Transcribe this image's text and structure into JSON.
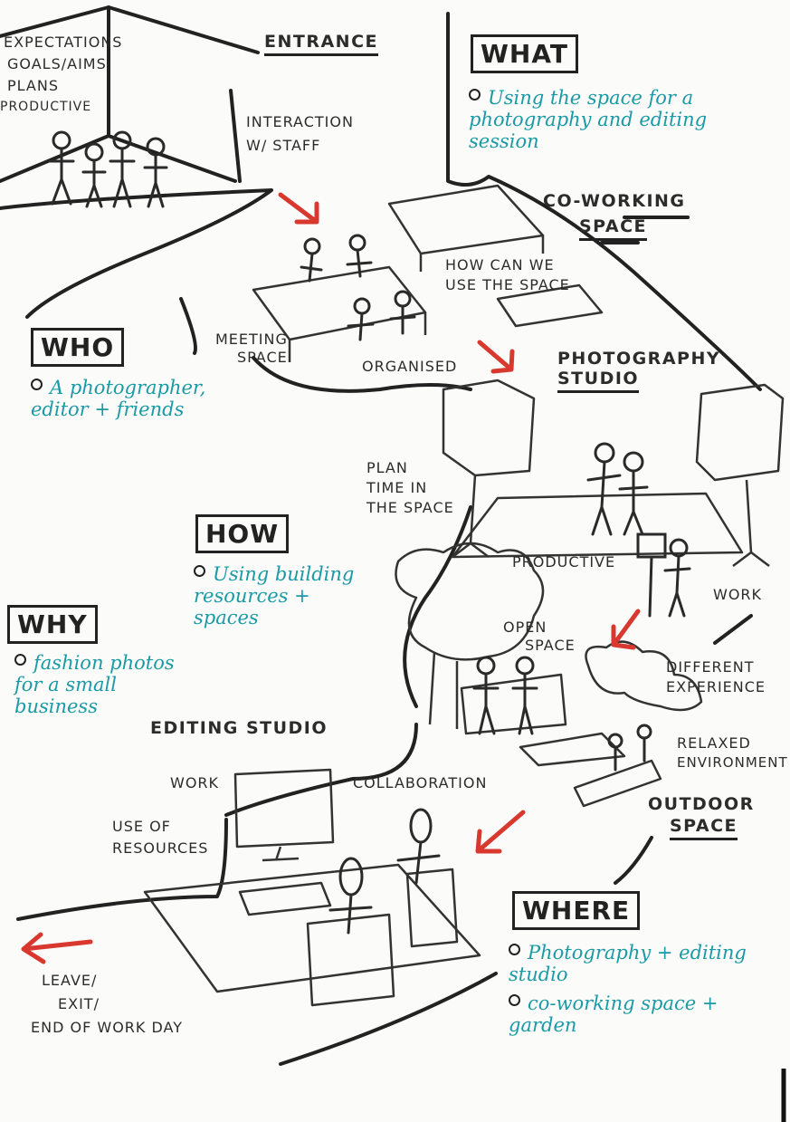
{
  "entrance": {
    "label": "ENTRANCE",
    "list": [
      "EXPECTATIONS",
      "GOALS/AIMS",
      "PLANS",
      "PRODUCTIVE"
    ],
    "interaction": [
      "INTERACTION",
      "W/ STAFF"
    ]
  },
  "what": {
    "heading": "WHAT",
    "notes": [
      "Using the space for a photography and editing session"
    ]
  },
  "who": {
    "heading": "WHO",
    "notes": [
      "A photographer, editor + friends"
    ]
  },
  "how": {
    "heading": "HOW",
    "notes": [
      "Using building resources + spaces"
    ]
  },
  "why": {
    "heading": "WHY",
    "notes": [
      "fashion photos for a small business"
    ]
  },
  "where": {
    "heading": "WHERE",
    "notes": [
      "Photography + editing studio",
      "co-working space + garden"
    ]
  },
  "coworking": {
    "title_1": "CO-WORKING",
    "title_2": "SPACE",
    "how_use": [
      "HOW CAN WE",
      "USE THE SPACE"
    ],
    "meeting": [
      "MEETING",
      "SPACE"
    ],
    "organised": "ORGANISED"
  },
  "photo_studio": {
    "title_1": "PHOTOGRAPHY",
    "title_2": "STUDIO",
    "plan": [
      "PLAN",
      "TIME IN",
      "THE SPACE"
    ],
    "productive": "PRODUCTIVE",
    "work": "WORK"
  },
  "outdoor": {
    "open_space": [
      "OPEN",
      "SPACE"
    ],
    "different": [
      "DIFFERENT",
      "EXPERIENCE"
    ],
    "relaxed": [
      "RELAXED",
      "ENVIRONMENT"
    ],
    "title_1": "OUTDOOR",
    "title_2": "SPACE"
  },
  "editing": {
    "title": "EDITING STUDIO",
    "work": "WORK",
    "collaboration": "COLLABORATION",
    "use_resources": [
      "USE OF",
      "RESOURCES"
    ]
  },
  "exit": [
    "LEAVE/",
    "EXIT/",
    "END OF WORK DAY"
  ],
  "colors": {
    "ink": "#222222",
    "note": "#1a9aa6",
    "arrow": "#d9382e"
  }
}
